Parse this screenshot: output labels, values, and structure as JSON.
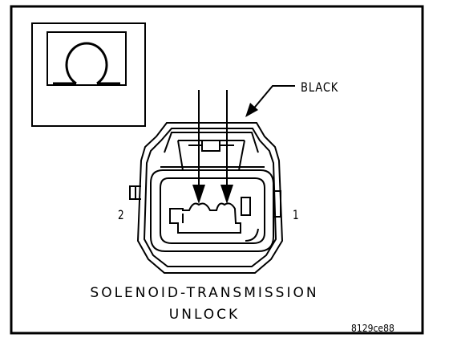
{
  "labels": {
    "wire_color": "BLACK",
    "pin_2": "2",
    "pin_1": "1",
    "caption_line1": "SOLENOID-TRANSMISSION",
    "caption_line2": "UNLOCK",
    "figure_code": "8129ce88"
  },
  "colors": {
    "ink": "#000000",
    "paper": "#ffffff"
  },
  "icons": {
    "terminal_view_symbol": "open-ring-icon",
    "terminal_pointer": "arrow-down-icon",
    "leader": "arrow-pointer-icon"
  }
}
